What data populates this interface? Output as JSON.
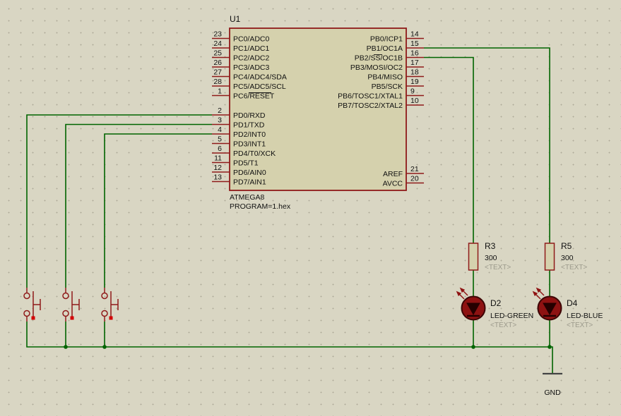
{
  "schematic": {
    "mcu": {
      "ref": "U1",
      "part": "ATMEGA8",
      "program": "PROGRAM=1.hex",
      "left_pins": [
        {
          "number": "23",
          "name": "PC0/ADC0"
        },
        {
          "number": "24",
          "name": "PC1/ADC1"
        },
        {
          "number": "25",
          "name": "PC2/ADC2"
        },
        {
          "number": "26",
          "name": "PC3/ADC3"
        },
        {
          "number": "27",
          "name": "PC4/ADC4/SDA"
        },
        {
          "number": "28",
          "name": "PC5/ADC5/SCL"
        },
        {
          "number": "1",
          "name": "PC6/RESET"
        },
        {
          "number": "2",
          "name": "PD0/RXD"
        },
        {
          "number": "3",
          "name": "PD1/TXD"
        },
        {
          "number": "4",
          "name": "PD2/INT0"
        },
        {
          "number": "5",
          "name": "PD3/INT1"
        },
        {
          "number": "6",
          "name": "PD4/T0/XCK"
        },
        {
          "number": "11",
          "name": "PD5/T1"
        },
        {
          "number": "12",
          "name": "PD6/AIN0"
        },
        {
          "number": "13",
          "name": "PD7/AIN1"
        }
      ],
      "right_pins": [
        {
          "number": "14",
          "name": "PB0/ICP1"
        },
        {
          "number": "15",
          "name": "PB1/OC1A"
        },
        {
          "number": "16",
          "name": "PB2/SS/OC1B"
        },
        {
          "number": "17",
          "name": "PB3/MOSI/OC2"
        },
        {
          "number": "18",
          "name": "PB4/MISO"
        },
        {
          "number": "19",
          "name": "PB5/SCK"
        },
        {
          "number": "9",
          "name": "PB6/TOSC1/XTAL1"
        },
        {
          "number": "10",
          "name": "PB7/TOSC2/XTAL2"
        },
        {
          "number": "21",
          "name": "AREF"
        },
        {
          "number": "20",
          "name": "AVCC"
        }
      ]
    },
    "resistors": [
      {
        "ref": "R3",
        "value": "300",
        "note": "<TEXT>"
      },
      {
        "ref": "R5",
        "value": "300",
        "note": "<TEXT>"
      }
    ],
    "leds": [
      {
        "ref": "D2",
        "model": "LED-GREEN",
        "note": "<TEXT>"
      },
      {
        "ref": "D4",
        "model": "LED-BLUE",
        "note": "<TEXT>"
      }
    ],
    "ground": {
      "label": "GND"
    },
    "colors": {
      "wire": "#006400",
      "component_outline": "#8f1a1a",
      "chip_fill": "#d5d1ad",
      "canvas": "#d9d6c3",
      "note_text": "#9c9a8c",
      "state_dot": "#d40000",
      "led_body": "#8e1212"
    }
  }
}
